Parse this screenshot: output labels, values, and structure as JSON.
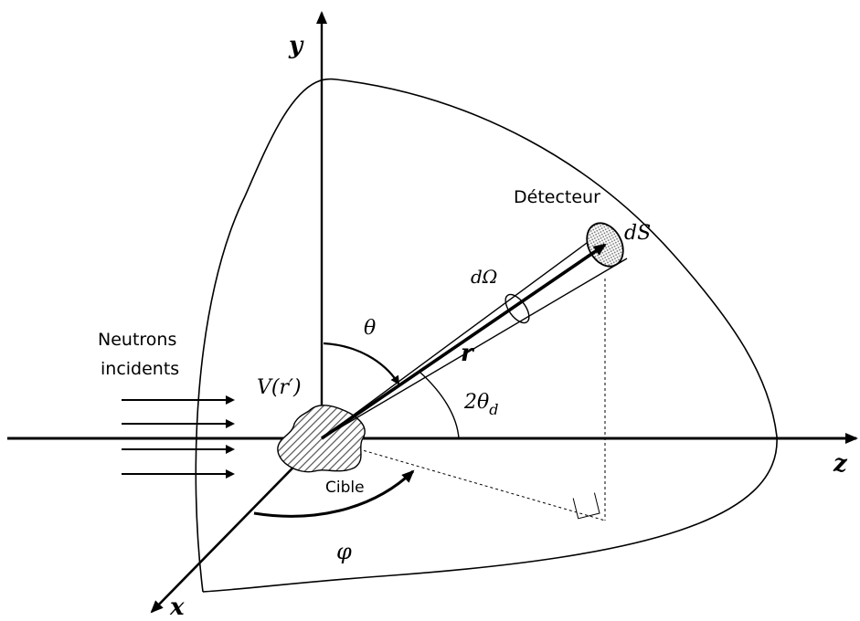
{
  "labels": {
    "axis_y": "y",
    "axis_z": "z",
    "axis_x": "x",
    "detector": "Détecteur",
    "surface": "dS",
    "solid_angle": "dΩ",
    "theta": "θ",
    "r_vector": "r",
    "two_theta_d": "2θ",
    "two_theta_sub": "d",
    "volume": "V(r′)",
    "neutrons_line1": "Neutrons",
    "neutrons_line2": "incidents",
    "target": "Cible",
    "phi": "φ"
  },
  "colors": {
    "stroke": "#000000",
    "background": "#ffffff",
    "hatch": "#555555",
    "dots": "#6b6b6b"
  }
}
